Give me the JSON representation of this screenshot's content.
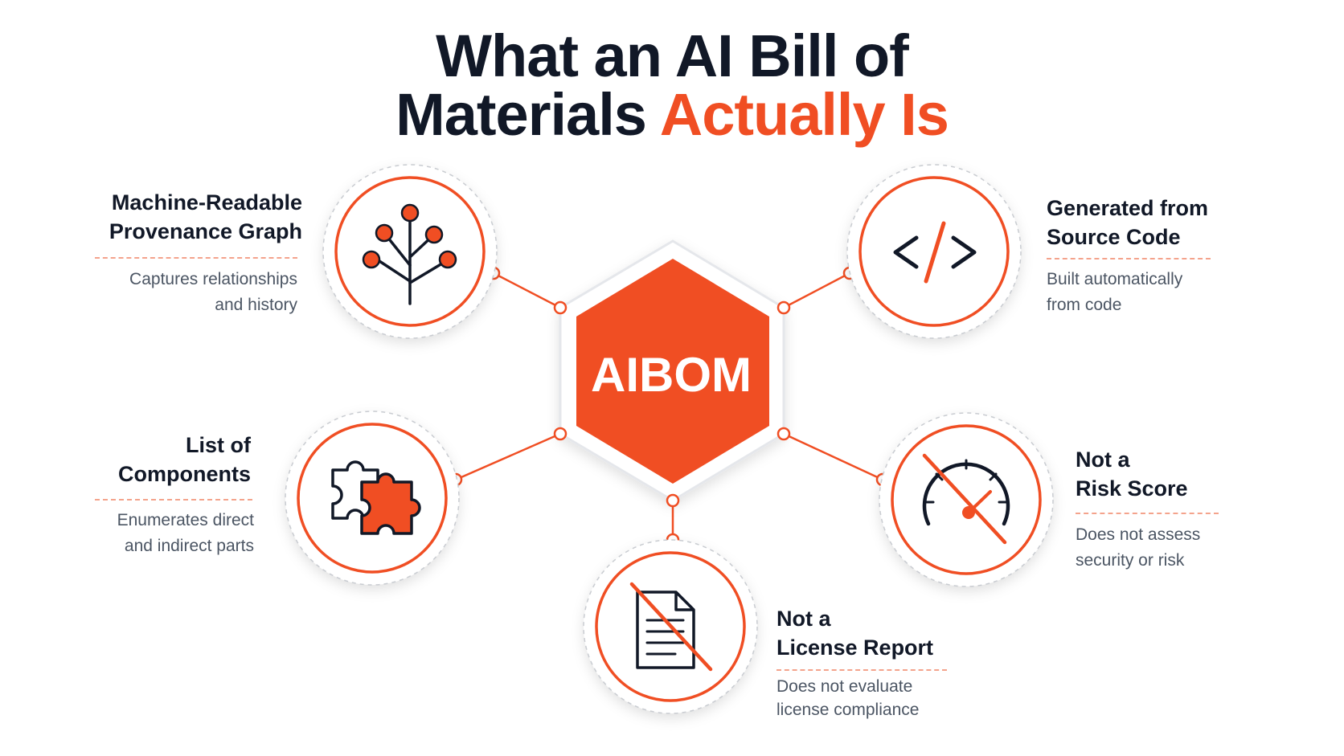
{
  "title": {
    "line1": "What an AI Bill of",
    "line2_plain": "Materials",
    "line2_accent": "Actually Is"
  },
  "center": {
    "label": "AIBOM"
  },
  "nodes": [
    {
      "id": "provenance",
      "label_line1": "Machine-Readable",
      "label_line2": "Provenance Graph",
      "desc_line1": "Captures relationships",
      "desc_line2": "and history",
      "icon": "tree-graph-icon"
    },
    {
      "id": "components",
      "label_line1": "List of",
      "label_line2": "Components",
      "desc_line1": "Enumerates direct",
      "desc_line2": "and indirect parts",
      "icon": "puzzle-icon"
    },
    {
      "id": "license",
      "label_line1": "Not a",
      "label_line2": "License Report",
      "desc_line1": "Does not evaluate",
      "desc_line2": "license compliance",
      "icon": "crossed-document-icon"
    },
    {
      "id": "risk",
      "label_line1": "Not a",
      "label_line2": "Risk Score",
      "desc_line1": "Does not assess",
      "desc_line2": "security or risk",
      "icon": "crossed-gauge-icon"
    },
    {
      "id": "source",
      "label_line1": "Generated from",
      "label_line2": "Source Code",
      "desc_line1": "Built automatically",
      "desc_line2": "from code",
      "icon": "code-brackets-icon"
    }
  ],
  "colors": {
    "accent": "#f04e23",
    "dark": "#111827",
    "muted": "#4b5563",
    "dashed": "#f4a38c"
  }
}
